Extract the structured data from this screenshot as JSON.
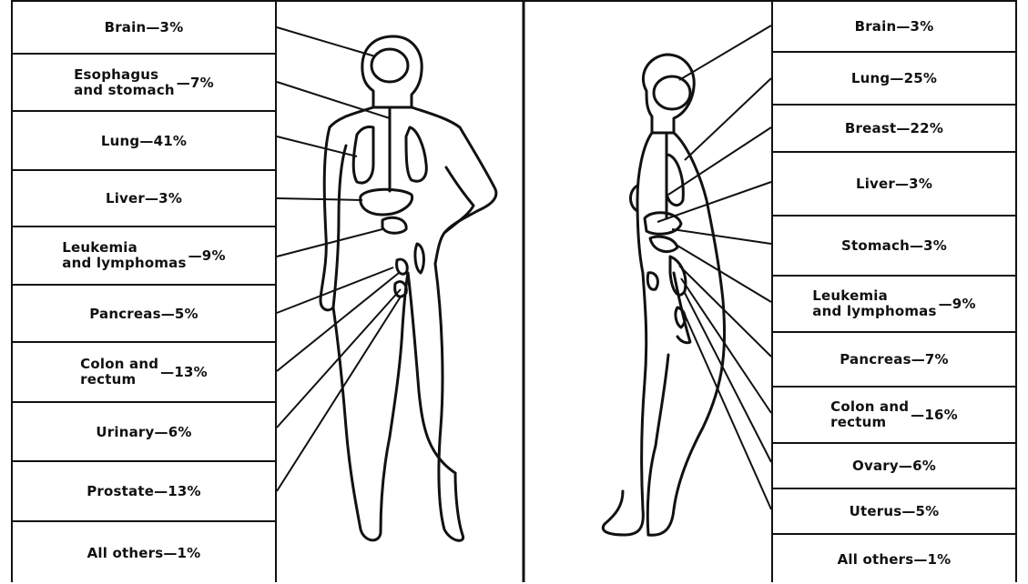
{
  "male": {
    "labels": [
      {
        "text": "Brain—3%"
      },
      {
        "line1": "Esophagus",
        "line2": "and stomach",
        "pct": "—7%"
      },
      {
        "text": "Lung—41%"
      },
      {
        "text": "Liver—3%"
      },
      {
        "line1": "Leukemia",
        "line2": "and lymphomas",
        "pct": "—9%"
      },
      {
        "text": "Pancreas—5%"
      },
      {
        "line1": "Colon and",
        "line2": "rectum",
        "pct": "—13%"
      },
      {
        "text": "Urinary—6%"
      },
      {
        "text": "Prostate—13%"
      },
      {
        "text": "All others—1%"
      }
    ]
  },
  "female": {
    "labels": [
      {
        "text": "Brain—3%"
      },
      {
        "text": "Lung—25%"
      },
      {
        "text": "Breast—22%"
      },
      {
        "text": "Liver—3%"
      },
      {
        "text": "Stomach—3%"
      },
      {
        "line1": "Leukemia",
        "line2": "and lymphomas",
        "pct": "—9%"
      },
      {
        "text": "Pancreas—7%"
      },
      {
        "line1": "Colon and",
        "line2": "rectum",
        "pct": "—16%"
      },
      {
        "text": "Ovary—6%"
      },
      {
        "text": "Uterus—5%"
      },
      {
        "text": "All others—1%"
      }
    ]
  }
}
